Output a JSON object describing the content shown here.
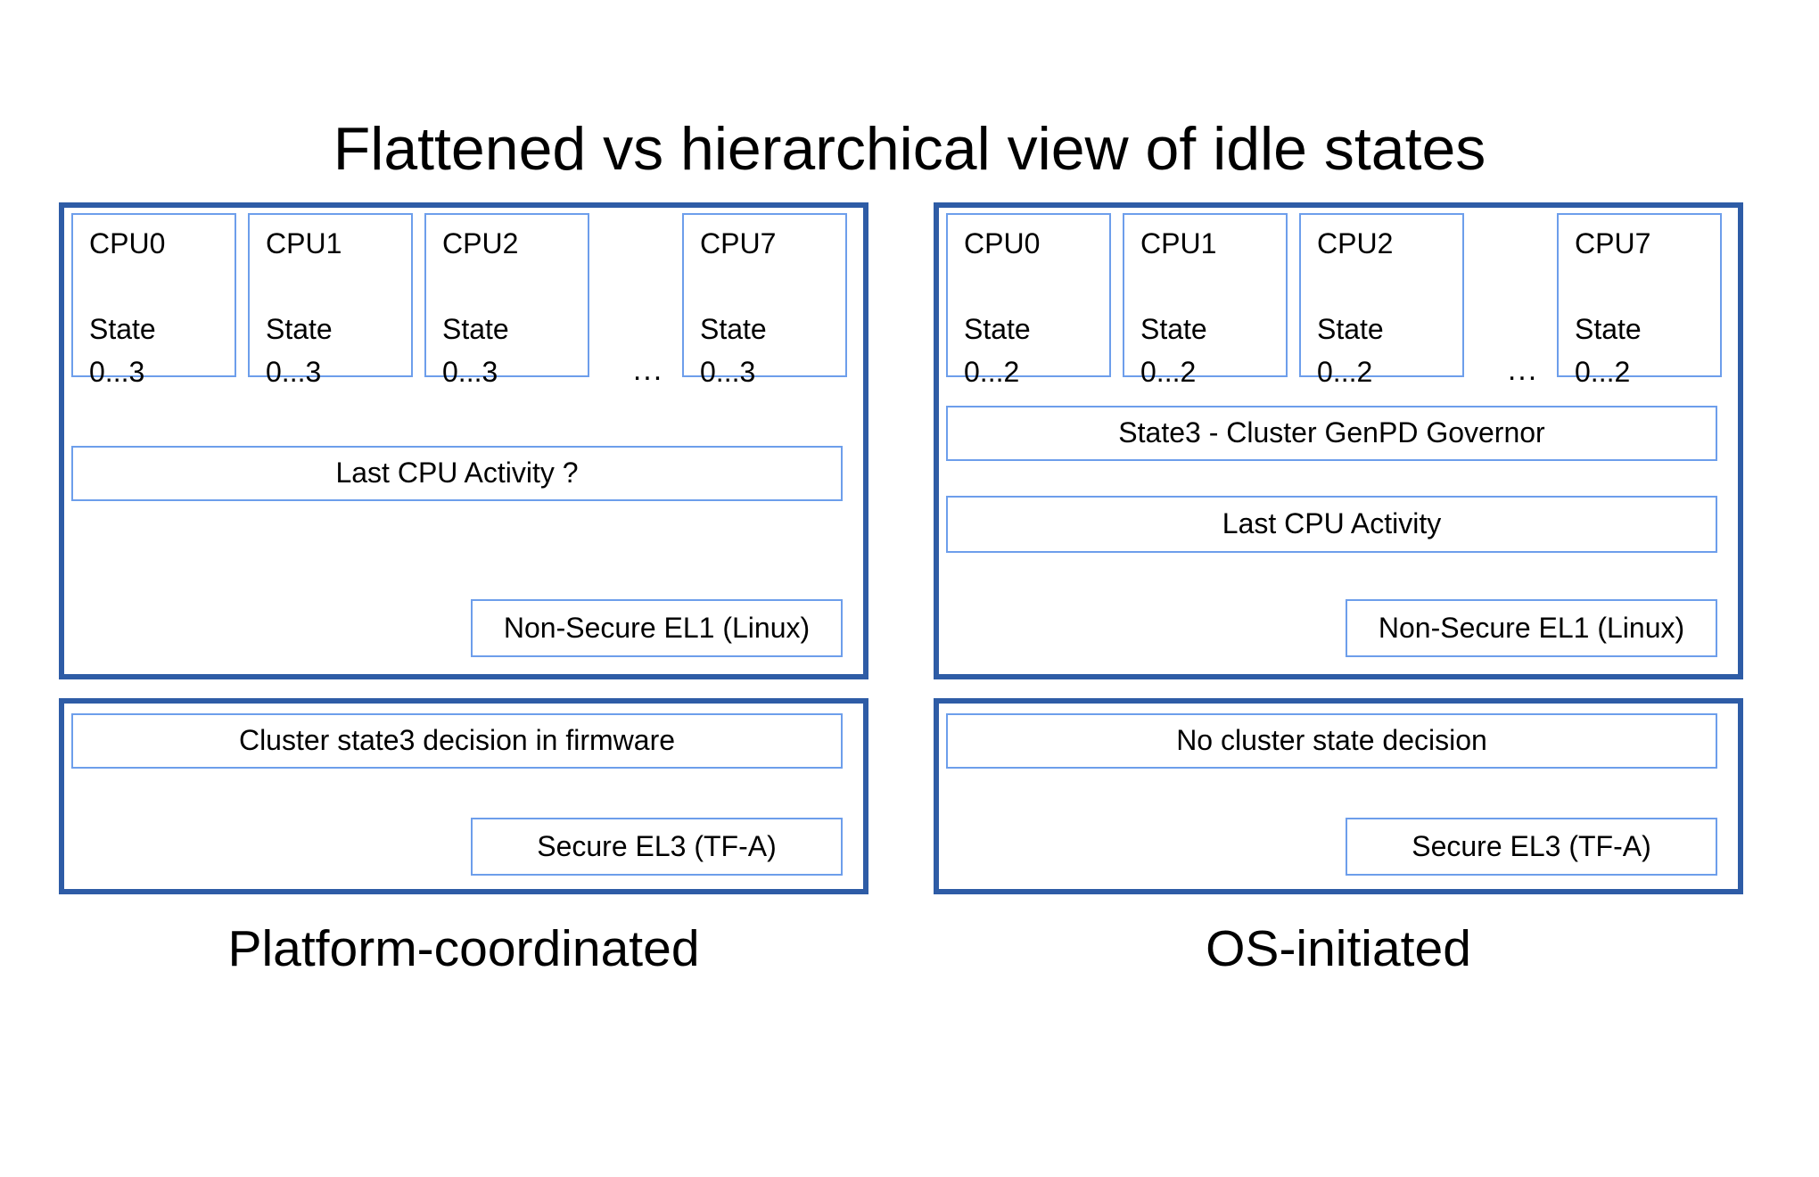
{
  "title": "Flattened vs hierarchical view of idle states",
  "colors": {
    "outer_border": "#2e5ca6",
    "inner_border": "#6d9eeb",
    "text": "#000000",
    "background": "#ffffff"
  },
  "panels": [
    {
      "label": "Platform-coordinated",
      "cpus": [
        {
          "name": "CPU0",
          "state_word": "State",
          "state_range": "0...3"
        },
        {
          "name": "CPU1",
          "state_word": "State",
          "state_range": "0...3"
        },
        {
          "name": "CPU2",
          "state_word": "State",
          "state_range": "0...3"
        },
        {
          "name": "CPU7",
          "state_word": "State",
          "state_range": "0...3"
        }
      ],
      "ellipsis": "...",
      "activity_box": "Last CPU Activity ?",
      "el1_box": "Non-Secure EL1 (Linux)",
      "decision_box": "Cluster state3 decision in firmware",
      "el3_box": "Secure EL3 (TF-A)"
    },
    {
      "label": "OS-initiated",
      "cpus": [
        {
          "name": "CPU0",
          "state_word": "State",
          "state_range": "0...2"
        },
        {
          "name": "CPU1",
          "state_word": "State",
          "state_range": "0...2"
        },
        {
          "name": "CPU2",
          "state_word": "State",
          "state_range": "0...2"
        },
        {
          "name": "CPU7",
          "state_word": "State",
          "state_range": "0...2"
        }
      ],
      "ellipsis": "...",
      "governor_box": "State3 - Cluster GenPD Governor",
      "activity_box": "Last CPU Activity",
      "el1_box": "Non-Secure EL1 (Linux)",
      "decision_box": "No cluster state decision",
      "el3_box": "Secure EL3 (TF-A)"
    }
  ]
}
